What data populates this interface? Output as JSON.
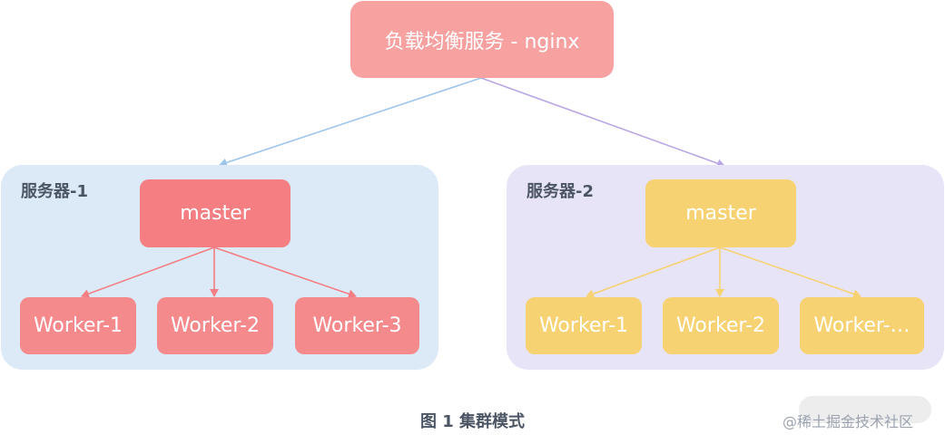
{
  "colors": {
    "lb_fill": "#F7A1A1",
    "group1_bg": "#DCE9F7",
    "group2_bg": "#E8E4F8",
    "master1_fill": "#F47E82",
    "worker1_fill": "#F48A8C",
    "master2_fill": "#F6D273",
    "worker2_fill": "#F6D273",
    "arrow_lb_to_group1": "#9EC5EC",
    "arrow_lb_to_group2": "#B9A6E6",
    "arrow_group1": "#F47E82",
    "arrow_group2": "#F6D273"
  },
  "load_balancer": {
    "label": "负载均衡服务 - nginx"
  },
  "groups": [
    {
      "label": "服务器-1",
      "master": "master",
      "workers": [
        "Worker-1",
        "Worker-2",
        "Worker-3"
      ]
    },
    {
      "label": "服务器-2",
      "master": "master",
      "workers": [
        "Worker-1",
        "Worker-2",
        "Worker-…"
      ]
    }
  ],
  "caption": "图 1 集群模式",
  "watermark": "@稀土掘金技术社区"
}
